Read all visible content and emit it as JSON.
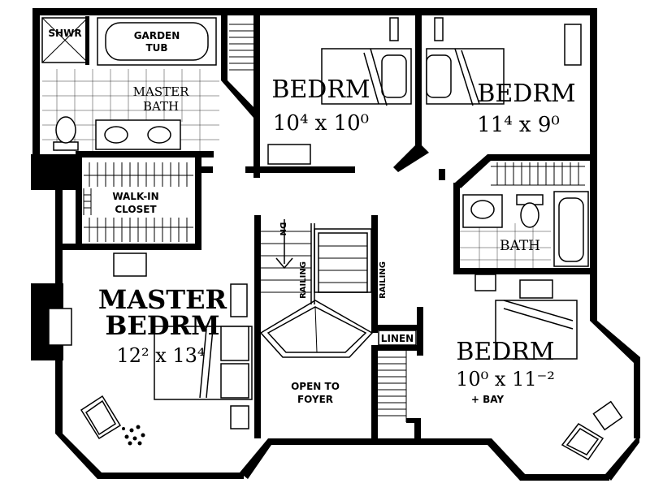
{
  "rooms": {
    "shower": "SHWR",
    "garden_tub_line1": "GARDEN",
    "garden_tub_line2": "TUB",
    "master_bath_line1": "MASTER",
    "master_bath_line2": "BATH",
    "bedroom2_name": "BEDRM",
    "bedroom2_dims": "10⁴ x 10⁰",
    "bedroom3_name": "BEDRM",
    "bedroom3_dims": "11⁴ x 9⁰",
    "closet_line1": "WALK-IN",
    "closet_line2": "CLOSET",
    "bath": "BATH",
    "master_bedroom_line1": "MASTER",
    "master_bedroom_line2": "BEDRM",
    "master_bedroom_dims": "12² x 13⁴",
    "linen": "LINEN",
    "open_foyer_line1": "OPEN TO",
    "open_foyer_line2": "FOYER",
    "bedroom4_name": "BEDRM",
    "bedroom4_dims": "10⁰ x 11⁻²",
    "bedroom4_note": "+ BAY"
  },
  "stair": {
    "direction": "DN",
    "railing_left": "RAILING",
    "railing_right": "RAILING"
  }
}
